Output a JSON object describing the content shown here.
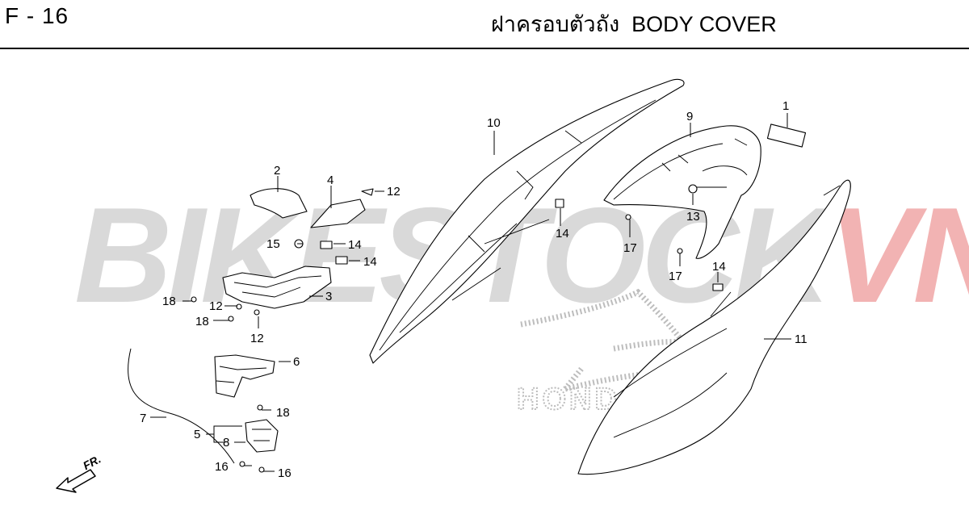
{
  "header": {
    "page_code": "F - 16",
    "title_th": "ฝาครอบตัวถัง",
    "title_en": "BODY COVER"
  },
  "watermark": {
    "text_main": "BIKESTOCK",
    "text_accent": "VN",
    "color_main": "#d9d9d9",
    "color_accent": "#f2b3b3"
  },
  "brand_mark": {
    "name": "honda-wing-logo",
    "text": "HONDA",
    "color": "#bdbdbd"
  },
  "direction": {
    "label": "FR.",
    "icon": "front-arrow-icon"
  },
  "callouts": {
    "c1": "1",
    "c2": "2",
    "c3": "3",
    "c4": "4",
    "c5": "5",
    "c6": "6",
    "c7": "7",
    "c8": "8",
    "c9": "9",
    "c10": "10",
    "c11": "11",
    "c12a": "12",
    "c12b": "12",
    "c12c": "12",
    "c13": "13",
    "c14a": "14",
    "c14b": "14",
    "c14c": "14",
    "c14d": "14",
    "c15": "15",
    "c16a": "16",
    "c16b": "16",
    "c17a": "17",
    "c17b": "17",
    "c18a": "18",
    "c18b": "18",
    "c18c": "18"
  }
}
